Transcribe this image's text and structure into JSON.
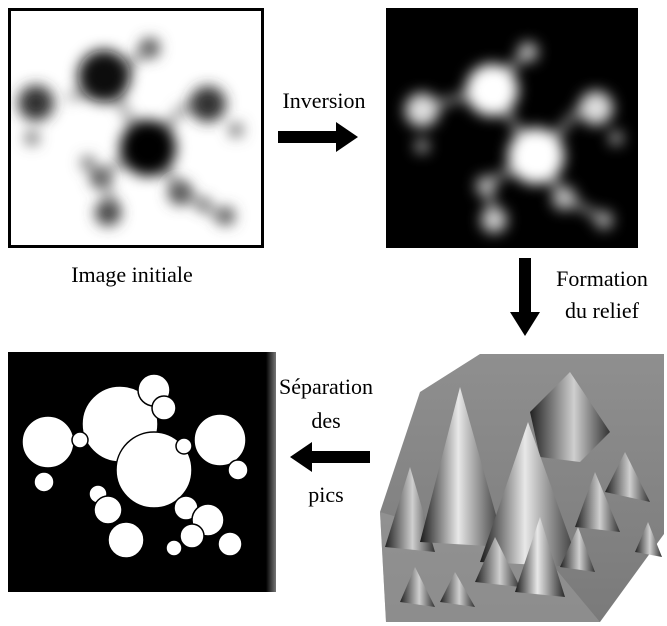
{
  "labels": {
    "inversion": "Inversion",
    "image_initiale": "Image initiale",
    "formation_line1": "Formation",
    "formation_line2": "du relief",
    "separation_line1": "Séparation",
    "separation_line2": "des",
    "separation_line3": "pics"
  },
  "colors": {
    "background": "#ffffff",
    "dark_panel": "#000000",
    "blob_light": "#ffffff",
    "relief_plane": "#8a8a8a",
    "arrow": "#000000"
  },
  "icons": {
    "inversion_arrow": "arrow-right-icon",
    "formation_arrow": "arrow-down-icon",
    "separation_arrow": "arrow-left-icon"
  }
}
